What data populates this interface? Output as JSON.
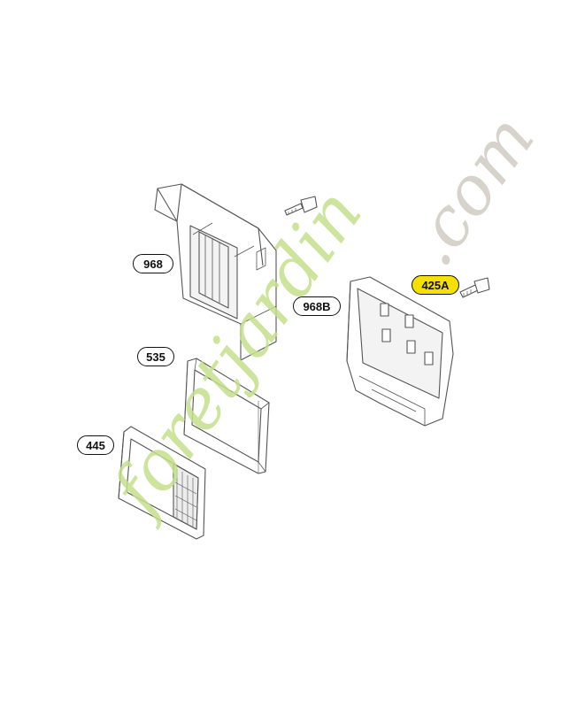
{
  "labels": {
    "p968": "968",
    "p968b": "968B",
    "p535": "535",
    "p445": "445",
    "p425a": "425A"
  },
  "watermark": {
    "brand": "foretjardin",
    "domain": ".com"
  },
  "colors": {
    "highlight": "#f5e000",
    "watermark_green": "#c4e08a",
    "watermark_orange": "#f6c88a",
    "watermark_grey": "#d3cfc5"
  }
}
